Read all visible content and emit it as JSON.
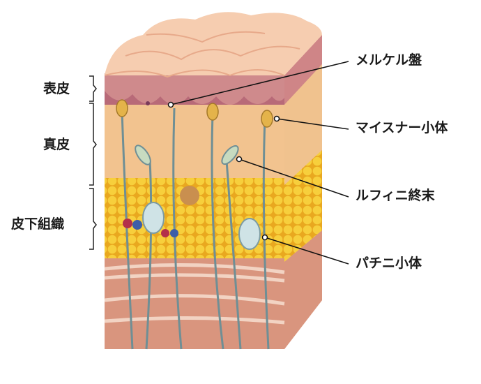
{
  "title": "皮膚の構造と感覚受容器",
  "layers": [
    {
      "id": "epidermis",
      "label": "表皮"
    },
    {
      "id": "dermis",
      "label": "真皮"
    },
    {
      "id": "subcutis",
      "label": "皮下組織"
    }
  ],
  "receptors": [
    {
      "id": "merkel",
      "label": "メルケル盤"
    },
    {
      "id": "meissner",
      "label": "マイスナー小体"
    },
    {
      "id": "ruffini",
      "label": "ルフィニ終末"
    },
    {
      "id": "pacini",
      "label": "パチニ小体"
    }
  ],
  "colors": {
    "surface": "#f6cdb0",
    "epidermis": "#d68a8a",
    "dermis": "#f2c38f",
    "fat": "#f4c430",
    "muscle": "#d9957e",
    "nerve": "#6f8f95",
    "line": "#111111"
  }
}
